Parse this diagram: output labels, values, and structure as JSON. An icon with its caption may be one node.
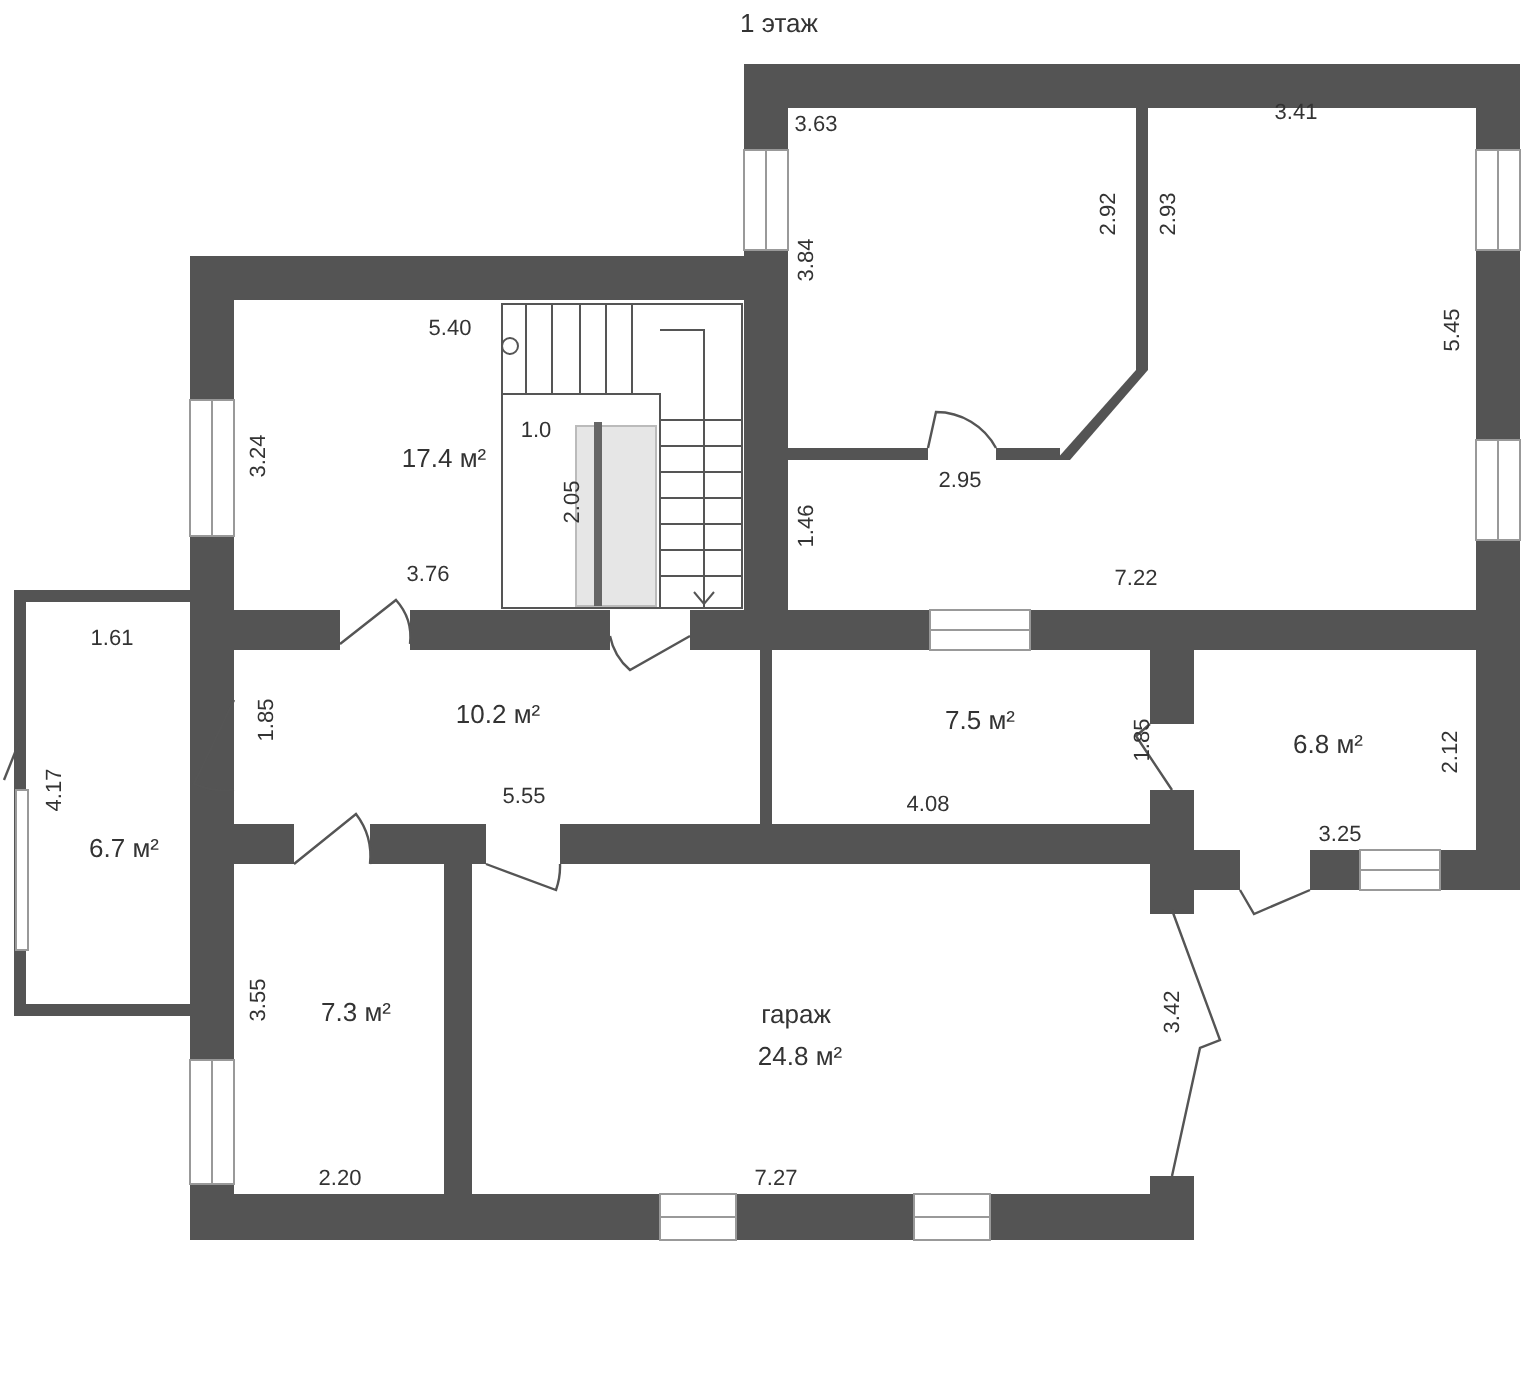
{
  "diagram": {
    "title": "1 этаж",
    "labels": [
      "3.63",
      "3.41",
      "3.84",
      "2.92",
      "2.93",
      "5.40",
      "5.45",
      "1.0",
      "17.4 м²",
      "3.24",
      "2.95",
      "2.05",
      "1.46",
      "3.76",
      "7.22",
      "1.61",
      "10.2 м²",
      "7.5 м²",
      "6.8 м²",
      "1.85",
      "1.85",
      "2.12",
      "4.17",
      "5.55",
      "4.08",
      "3.25",
      "6.7 м²",
      "гараж",
      "24.8 м²",
      "3.55",
      "7.3 м²",
      "3.42",
      "2.20",
      "7.27"
    ]
  }
}
